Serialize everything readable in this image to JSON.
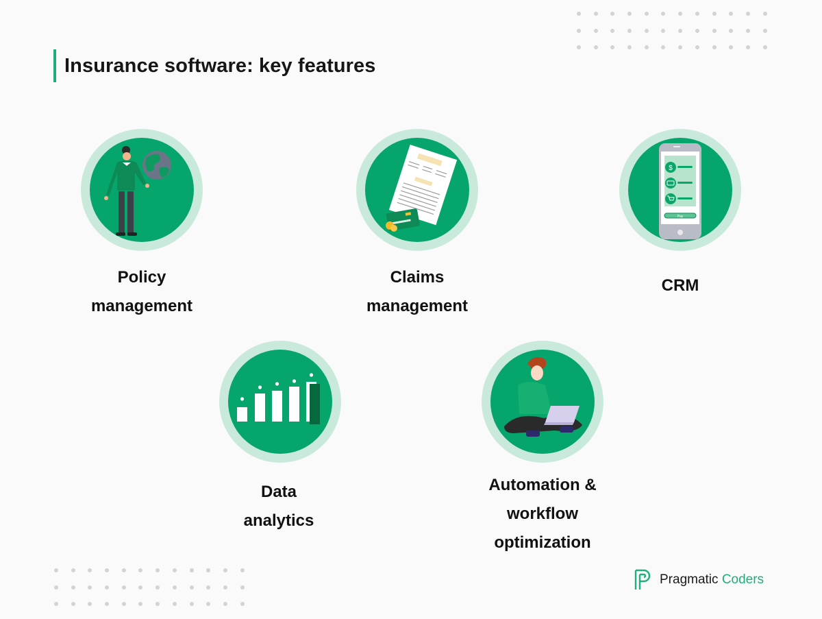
{
  "header": {
    "title": "Insurance software: key features",
    "accent_color": "#1fae7d"
  },
  "features": [
    {
      "id": "policy",
      "label_line1": "Policy",
      "label_line2": "management",
      "icon": "person-with-globe-icon"
    },
    {
      "id": "claims",
      "label_line1": "Claims",
      "label_line2": "management",
      "icon": "claim-document-with-card-icon"
    },
    {
      "id": "crm",
      "label_line1": "CRM",
      "label_line2": "",
      "icon": "smartphone-payment-icon"
    },
    {
      "id": "analytics",
      "label_line1": "Data",
      "label_line2": "analytics",
      "icon": "bar-chart-icon"
    },
    {
      "id": "automation",
      "label_line1": "Automation &",
      "label_line2": "workflow",
      "label_line3": "optimization",
      "icon": "person-with-laptop-icon"
    }
  ],
  "crm_phone": {
    "pay_button_label": "Pay"
  },
  "brand": {
    "name_part1": "Pragmatic",
    "name_part2": "Coders",
    "logo_icon": "pragmatic-coders-p-logo"
  },
  "colors": {
    "background": "#fafafa",
    "circle_outer": "#c9eadb",
    "circle_inner": "#05a56b",
    "dots": "#d3d3d3",
    "text": "#111111"
  }
}
